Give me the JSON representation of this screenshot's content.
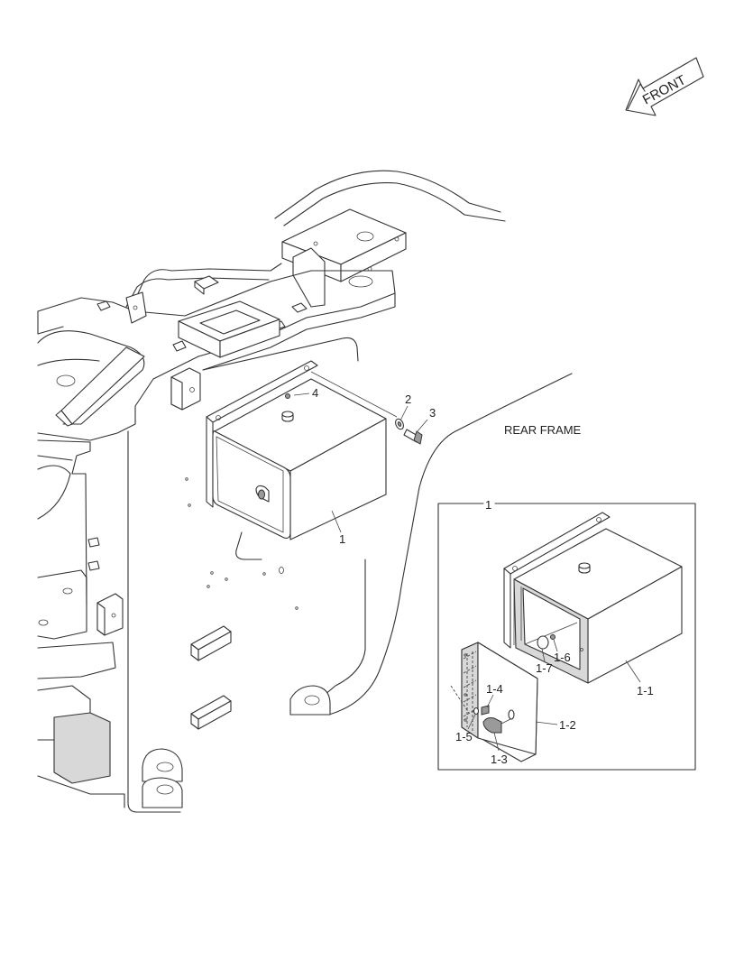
{
  "diagram": {
    "orientation_arrow": {
      "label": "FRONT"
    },
    "area_label": "REAR FRAME",
    "callouts": {
      "part_1": "1",
      "part_2": "2",
      "part_3": "3",
      "part_4": "4"
    },
    "detail_box": {
      "title": "1",
      "callouts": {
        "part_1_1": "1-1",
        "part_1_2": "1-2",
        "part_1_3": "1-3",
        "part_1_4": "1-4",
        "part_1_5": "1-5",
        "part_1_6": "1-6",
        "part_1_7": "1-7"
      }
    }
  }
}
